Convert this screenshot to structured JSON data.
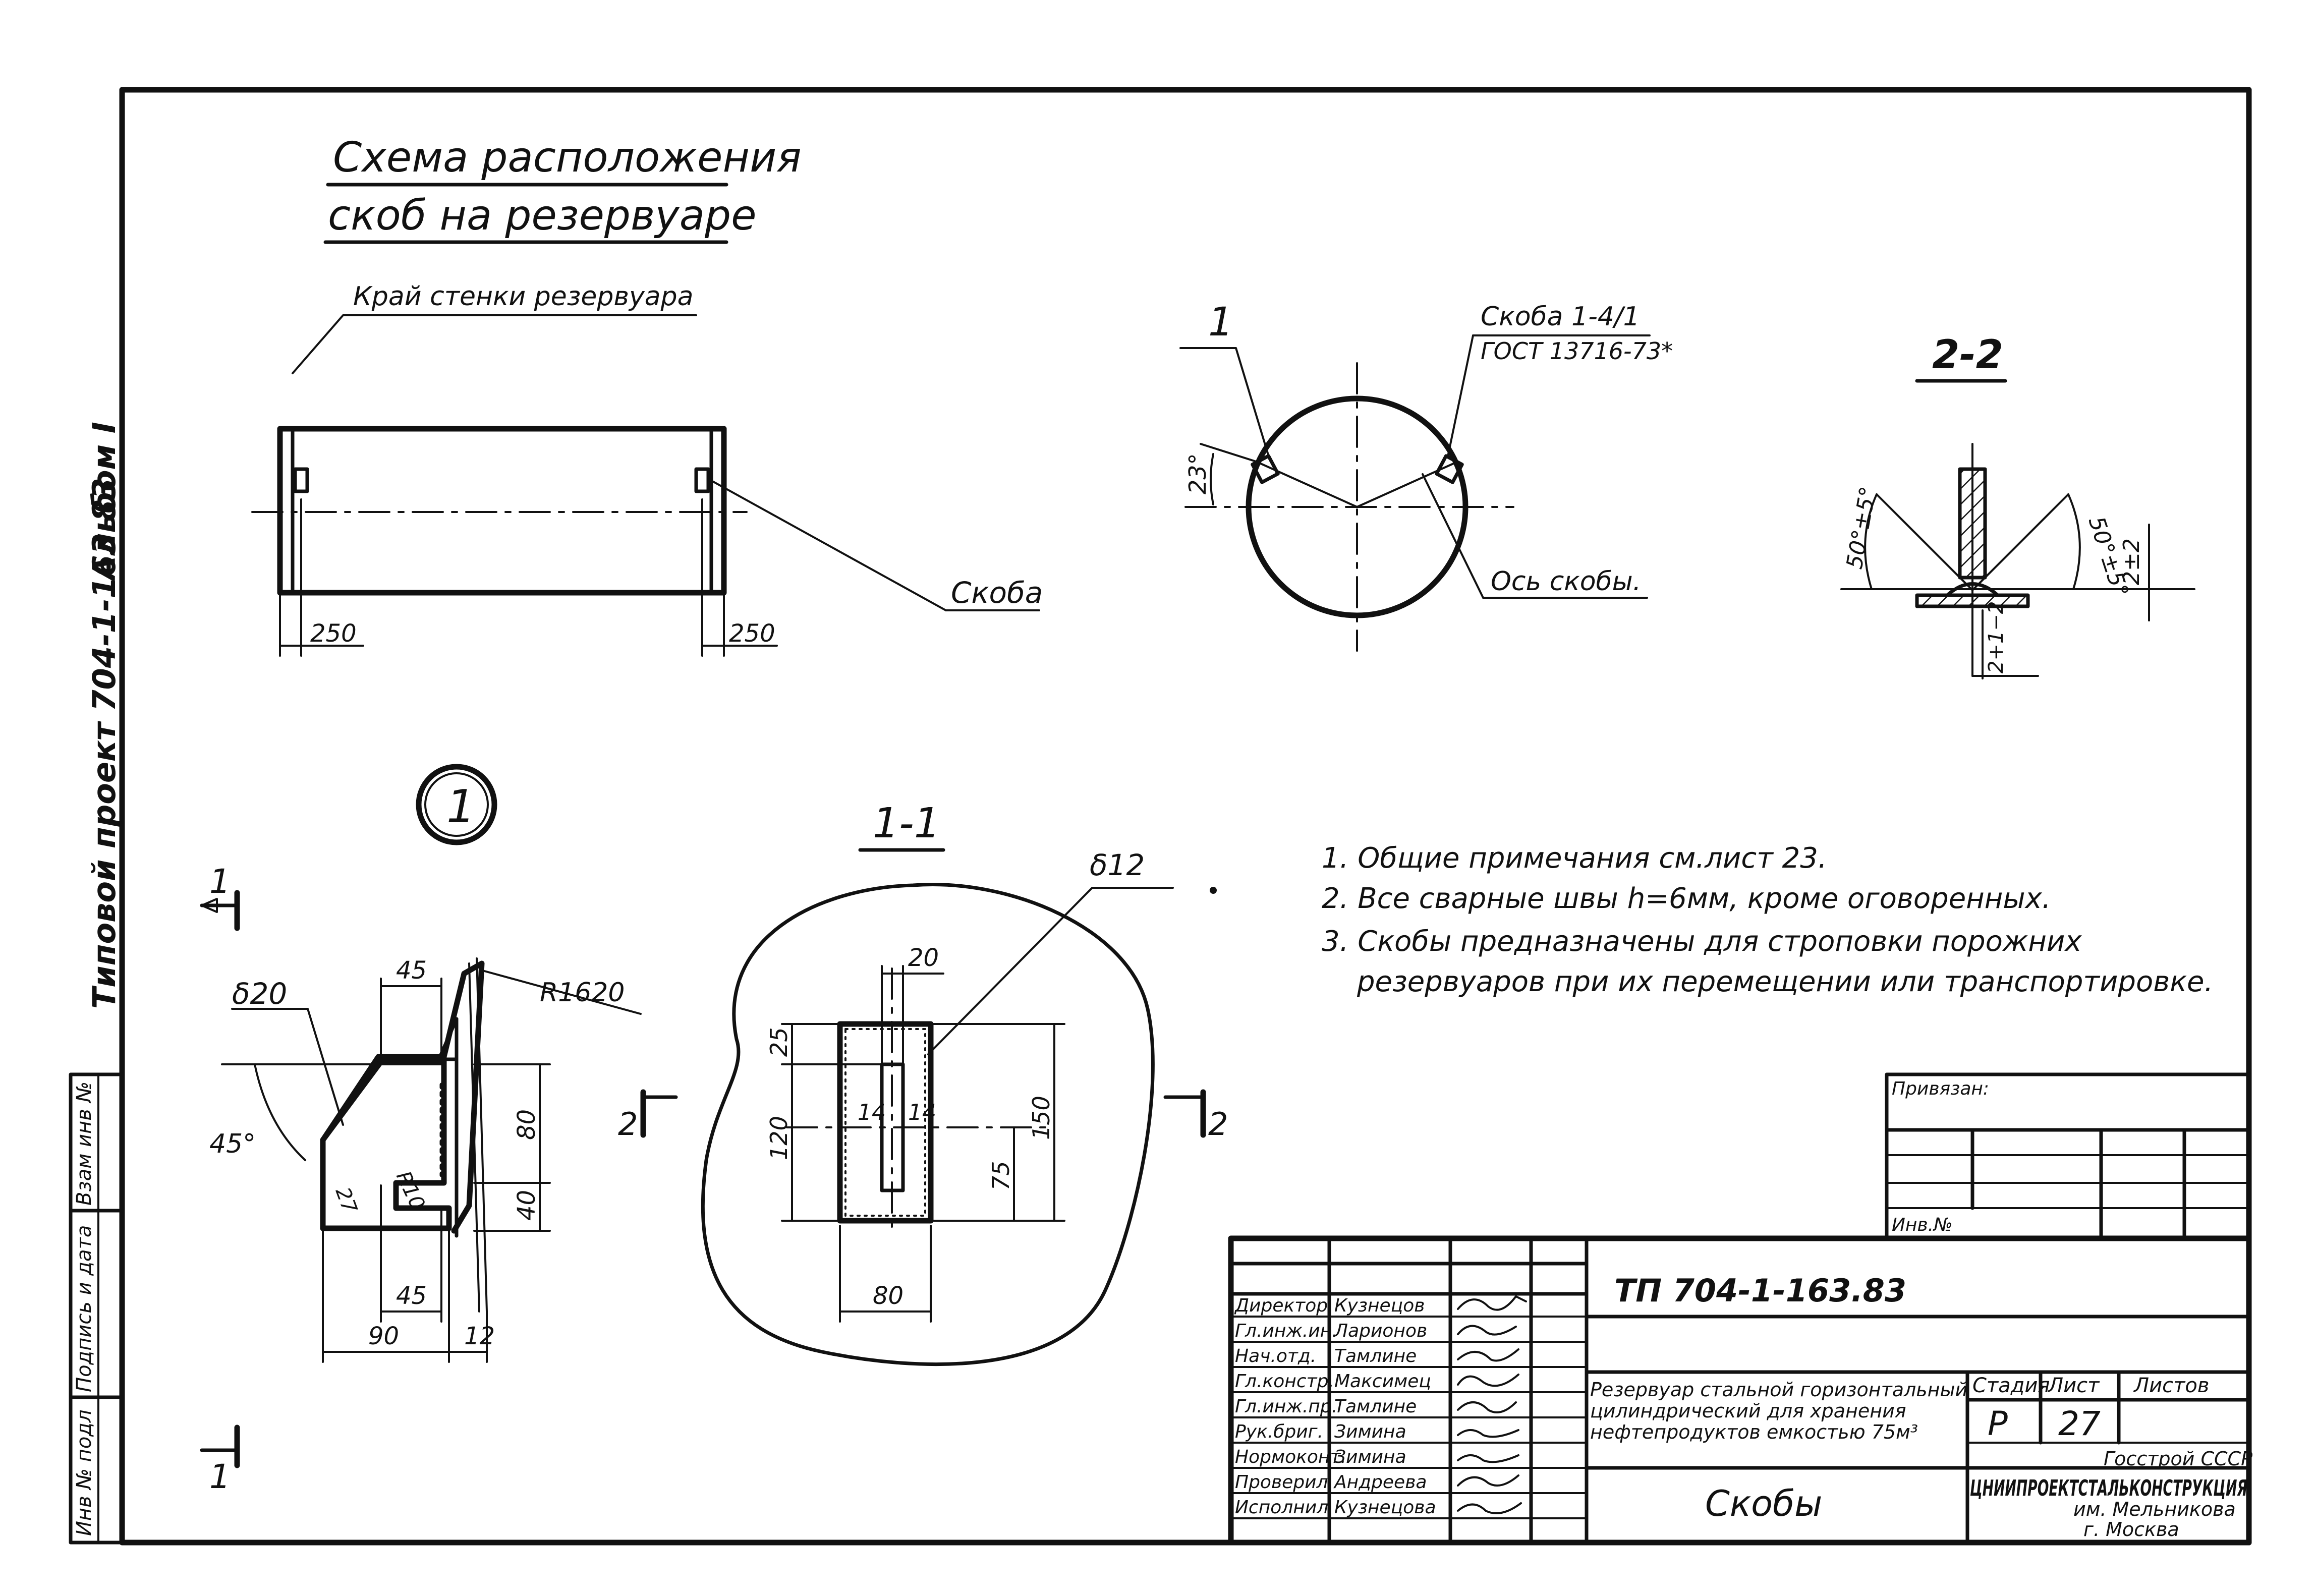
{
  "album_label": "Альбом I",
  "project_side_label": "Типовой проект 704-1-163.83",
  "side_stamp": {
    "cells": [
      "Взам инв №",
      "Подпись и дата",
      "Инв № подл"
    ]
  },
  "scheme": {
    "title_line1": "Схема расположения",
    "title_line2": "скоб на резервуаре",
    "edge_note": "Край стенки резервуара",
    "bracket_label": "Скоба",
    "dim_left": "250",
    "dim_right": "250"
  },
  "circle_view": {
    "leader_1": "1",
    "bracket_ref_line1": "Скоба 1-4/1",
    "bracket_ref_line2": "ГОСТ 13716-73*",
    "angle": "23°",
    "axis_label": "Ось скобы."
  },
  "section_2_2": {
    "title": "2-2",
    "angle_left": "50°±5°",
    "angle_right": "50°±5°",
    "dim_right": "2±2",
    "dim_bottom": "2+1−2"
  },
  "detail_1": {
    "callout": "1",
    "cut_mark_top": "1",
    "cut_mark_bottom": "1",
    "plate_thickness": "δ20",
    "radius": "R1620",
    "angle": "45°",
    "dim_top": "45",
    "dim_80": "80",
    "dim_40": "40",
    "dim_27": "27",
    "dim_r": "R10",
    "dim_bottom_45": "45",
    "dim_90": "90",
    "dim_12": "12"
  },
  "section_1_1": {
    "title": "1-1",
    "thickness": "δ12",
    "dim_20": "20",
    "dim_25": "25",
    "dim_120": "120",
    "dim_14_left": "14",
    "dim_14_right": "14",
    "dim_150": "150",
    "dim_75": "75",
    "dim_80": "80",
    "cut_left": "2",
    "cut_right": "2"
  },
  "notes": [
    "1. Общие примечания см.лист 23.",
    "2. Все сварные швы h=6мм, кроме оговоренных.",
    "3. Скобы предназначены для строповки порожних",
    "резервуаров при их перемещении или транспортировке."
  ],
  "binding_block": {
    "title": "Привязан:",
    "inv": "Инв.№"
  },
  "title_block": {
    "doc_code": "ТП 704-1-163.83",
    "roles": [
      "Директор",
      "Гл.инж.ин.",
      "Нач.отд.",
      "Гл.констр.",
      "Гл.инж.пр.",
      "Рук.бриг.",
      "Нормоконт.",
      "Проверил",
      "Исполнил"
    ],
    "names": [
      "Кузнецов",
      "Ларионов",
      "Тамлине",
      "Максимец",
      "Тамлине",
      "Зимина",
      "Зимина",
      "Андреева",
      "Кузнецова"
    ],
    "object_line1": "Резервуар стальной горизонтальный",
    "object_line2": "цилиндрический для хранения",
    "object_line3": "нефтепродуктов емкостью 75м³",
    "sheet_name": "Скобы",
    "stage_label": "Стадия",
    "sheet_label": "Лист",
    "sheets_label": "Листов",
    "stage": "Р",
    "sheet": "27",
    "org_line1": "Госстрой СССР",
    "org_line2": "ЦНИИПРОЕКТСТАЛЬКОНСТРУКЦИЯ",
    "org_line3": "им. Мельникова",
    "org_line4": "г. Москва"
  }
}
